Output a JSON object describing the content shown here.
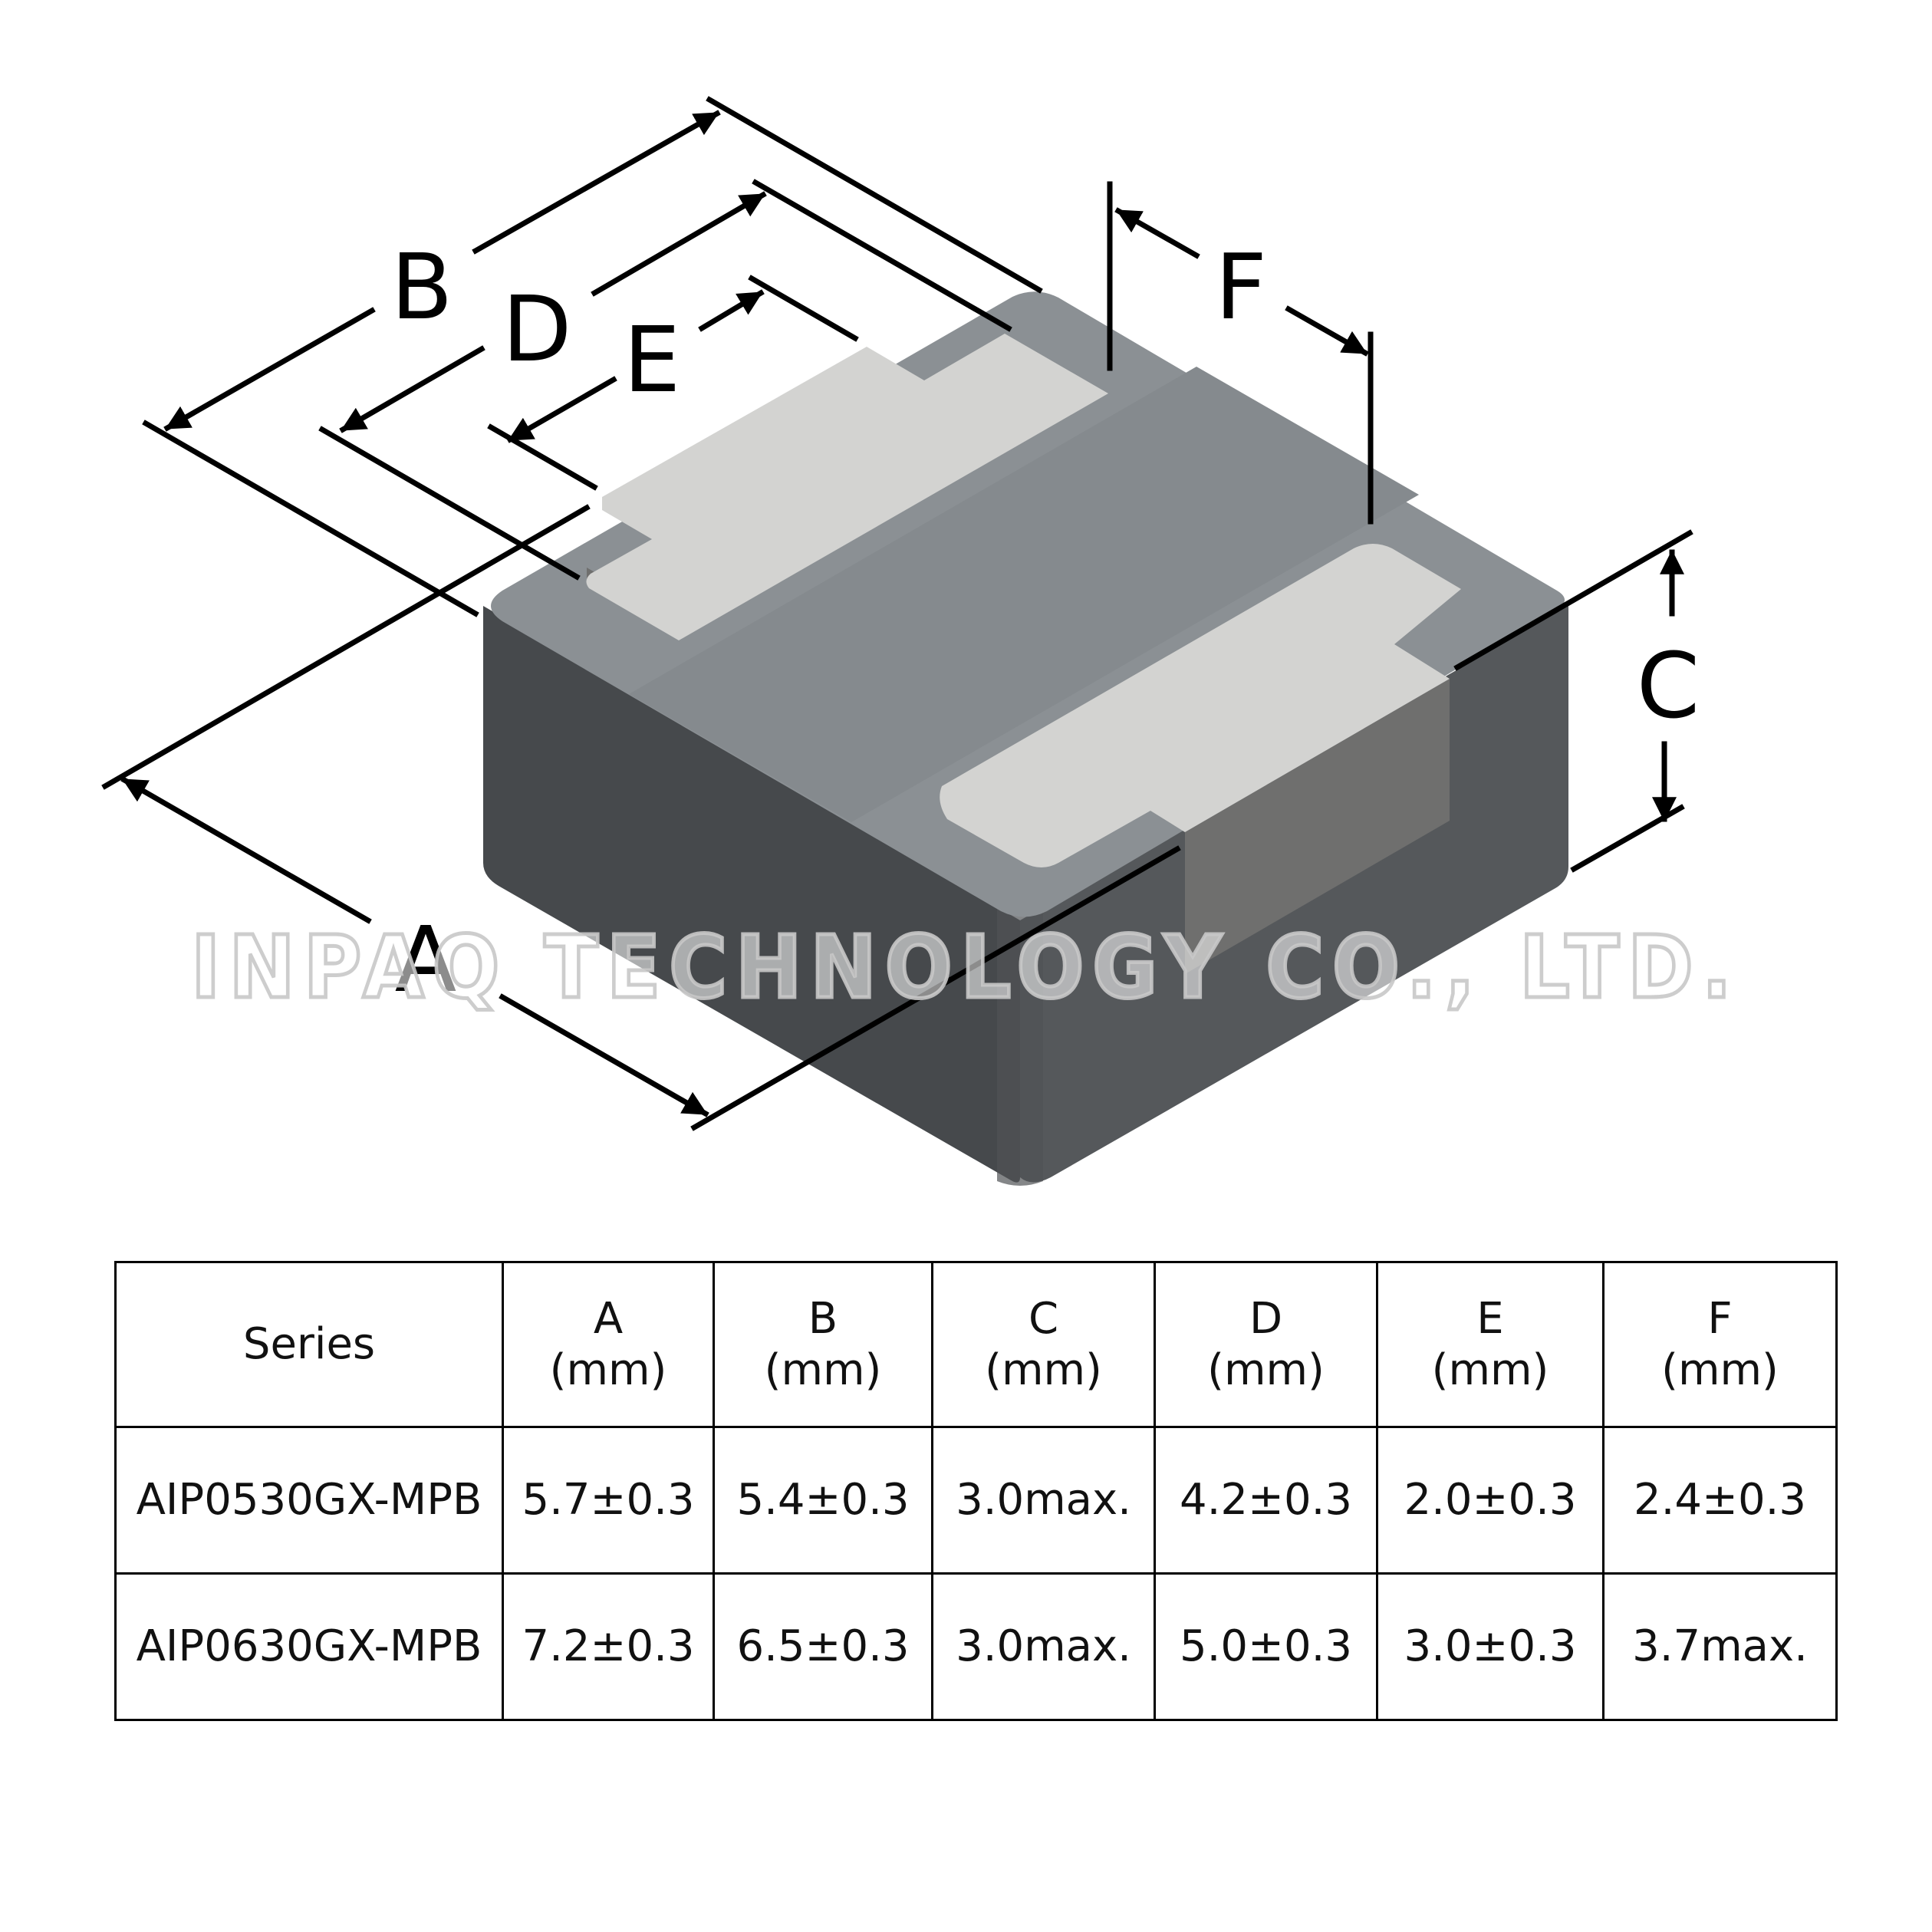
{
  "diagram": {
    "dimension_labels": {
      "A": "A",
      "B": "B",
      "C": "C",
      "D": "D",
      "E": "E",
      "F": "F"
    },
    "watermark": "INPAQ TECHNOLOGY CO., LTD.",
    "colors": {
      "body_top": "#8b9094",
      "body_front_left": "#46494c",
      "body_front_right": "#55585b",
      "terminal": "#d3d3d1",
      "terminal_side": "#6f6f6e",
      "dimension_line": "#000000"
    }
  },
  "table": {
    "headers": [
      {
        "name": "Series",
        "unit": ""
      },
      {
        "name": "A",
        "unit": "(mm)"
      },
      {
        "name": "B",
        "unit": "(mm)"
      },
      {
        "name": "C",
        "unit": "(mm)"
      },
      {
        "name": "D",
        "unit": "(mm)"
      },
      {
        "name": "E",
        "unit": "(mm)"
      },
      {
        "name": "F",
        "unit": "(mm)"
      }
    ],
    "rows": [
      [
        "AIP0530GX-MPB",
        "5.7±0.3",
        "5.4±0.3",
        "3.0max.",
        "4.2±0.3",
        "2.0±0.3",
        "2.4±0.3"
      ],
      [
        "AIP0630GX-MPB",
        "7.2±0.3",
        "6.5±0.3",
        "3.0max.",
        "5.0±0.3",
        "3.0±0.3",
        "3.7max."
      ]
    ]
  }
}
